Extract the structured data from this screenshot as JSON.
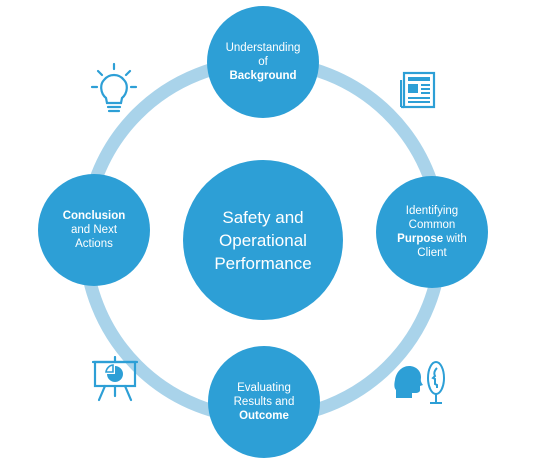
{
  "colors": {
    "node": "#2d9fd6",
    "ring": "#a9d3ea",
    "icon": "#2d9fd6"
  },
  "center": {
    "lines": [
      "Safety and",
      "Operational",
      "Performance"
    ]
  },
  "top": {
    "line1": "Understanding",
    "line2": "of",
    "bold": "Background"
  },
  "right": {
    "line1": "Identifying",
    "line2": "Common",
    "bold": "Purpose",
    "tail": " with",
    "line4": "Client"
  },
  "bottom": {
    "line1": "Evaluating",
    "line2": "Results and",
    "bold": "Outcome"
  },
  "left": {
    "bold": "Conclusion",
    "line2": "and Next",
    "line3": "Actions"
  },
  "icons": [
    "lightbulb-icon",
    "newspaper-icon",
    "presentation-chart-icon",
    "head-mirror-icon"
  ]
}
